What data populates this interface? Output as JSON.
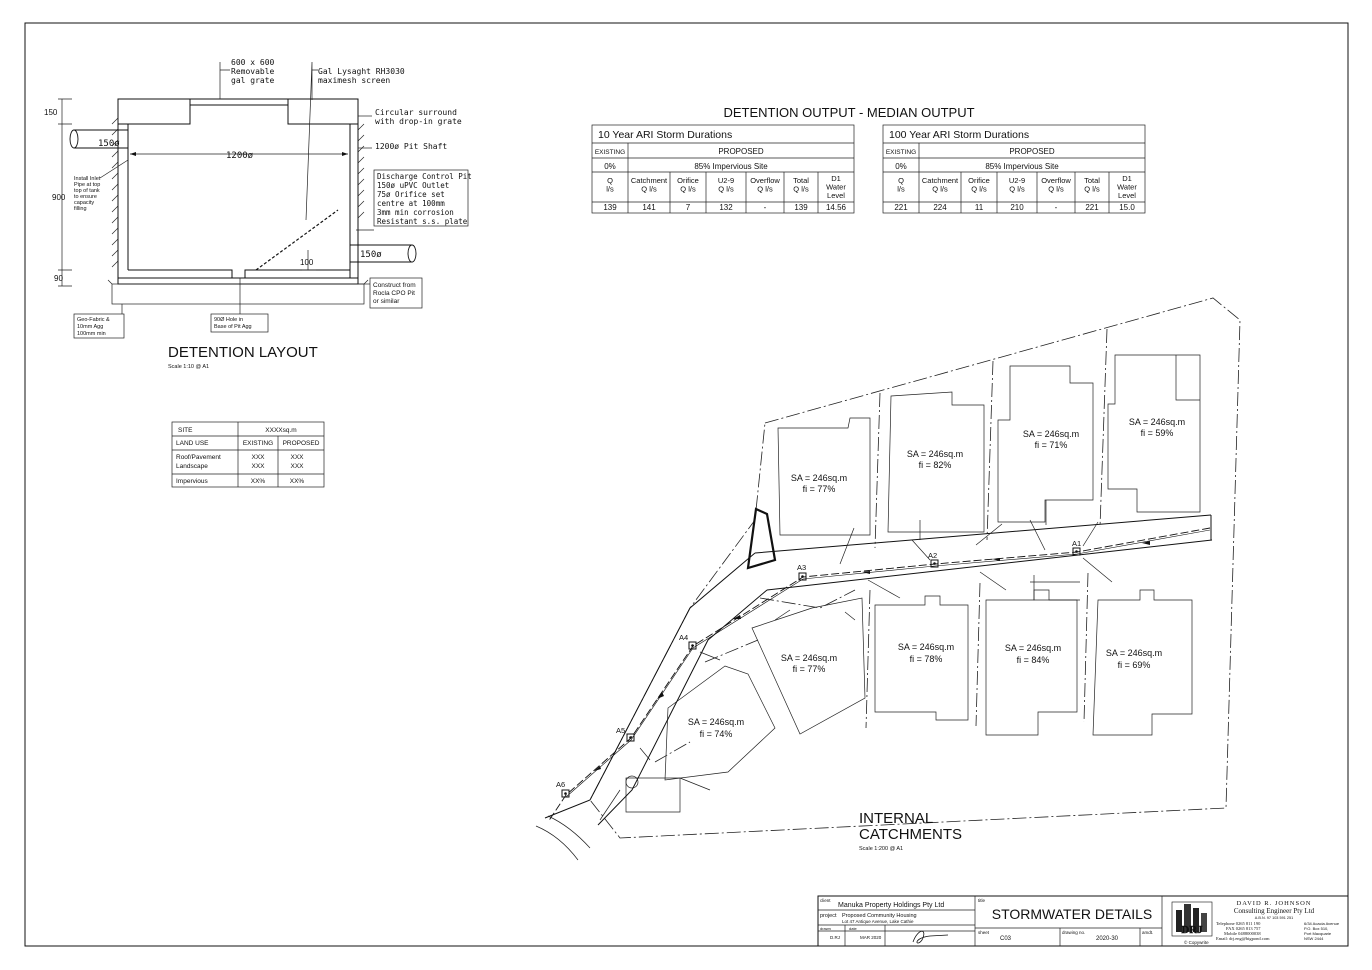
{
  "detention_layout": {
    "title": "DETENTION LAYOUT",
    "scale": "Scale 1:10 @ A1",
    "labels": {
      "grate_line1": "600 x 600",
      "grate_line2": "Removable",
      "grate_line3": "gal grate",
      "screen_line1": "Gal Lysaght RH3030",
      "screen_line2": "maximesh screen",
      "surround_line1": "Circular surround",
      "surround_line2": "with drop-in grate",
      "shaft": "1200ø Pit Shaft",
      "pipe_in": "150ø",
      "diameter": "1200ø",
      "pipe_out": "150ø",
      "dim_150": "150",
      "dim_900": "900",
      "dim_90": "90",
      "dim_100": "100",
      "inlet_lines": [
        "Install Inlet",
        "Pipe at top",
        "top of tank",
        "to ensure",
        "capacity",
        "filling"
      ],
      "dcp_lines": [
        "Discharge Control Pit",
        "150ø uPVC Outlet",
        "75ø Orifice set",
        "centre at 100mm",
        "3mm min corrosion",
        "Resistant s.s. plate"
      ],
      "construct_lines": [
        "Construct from",
        "Rocla CPO Pit",
        "or similar"
      ],
      "geo_lines": [
        "Geo-Fabric &",
        "10mm Agg",
        "100mm min"
      ],
      "hole_lines": [
        "90Ø Hole in",
        "Base of Pit Agg"
      ]
    }
  },
  "site_table": {
    "site_label": "SITE",
    "site_value": "XXXXsq.m",
    "headers": [
      "LAND USE",
      "EXISTING",
      "PROPOSED"
    ],
    "rows": [
      {
        "use": "Roof/Pavement",
        "existing": "XXX",
        "proposed": "XXX"
      },
      {
        "use": "Landscape",
        "existing": "XXX",
        "proposed": "XXX"
      },
      {
        "use": "Impervious",
        "existing": "XX%",
        "proposed": "XX%"
      }
    ]
  },
  "detention_output": {
    "title": "DETENTION OUTPUT - MEDIAN OUTPUT",
    "tables": [
      {
        "heading": "10 Year ARI Storm Durations",
        "existing": "EXISTING",
        "proposed": "PROPOSED",
        "existing_pct": "0%",
        "proposed_desc": "85% Impervious Site",
        "columns": [
          [
            "Q",
            "l/s"
          ],
          [
            "Catchment",
            "Q l/s"
          ],
          [
            "Orifice",
            "Q l/s"
          ],
          [
            "U2-9",
            "Q l/s"
          ],
          [
            "Overflow",
            "Q l/s"
          ],
          [
            "Total",
            "Q l/s"
          ],
          [
            "D1",
            "Water",
            "Level"
          ]
        ],
        "values": [
          "139",
          "141",
          "7",
          "132",
          "-",
          "139",
          "14.56"
        ]
      },
      {
        "heading": "100 Year ARI Storm Durations",
        "existing": "EXISTING",
        "proposed": "PROPOSED",
        "existing_pct": "0%",
        "proposed_desc": "85% Impervious Site",
        "columns": [
          [
            "Q",
            "l/s"
          ],
          [
            "Catchment",
            "Q l/s"
          ],
          [
            "Orifice",
            "Q l/s"
          ],
          [
            "U2-9",
            "Q l/s"
          ],
          [
            "Overflow",
            "Q l/s"
          ],
          [
            "Total",
            "Q l/s"
          ],
          [
            "D1",
            "Water",
            "Level"
          ]
        ],
        "values": [
          "221",
          "224",
          "11",
          "210",
          "-",
          "221",
          "15.0"
        ]
      }
    ]
  },
  "catchments": {
    "title_line1": "INTERNAL",
    "title_line2": "CATCHMENTS",
    "scale": "Scale 1:200 @ A1",
    "lots": [
      {
        "sa": "SA = 246sq.m",
        "fi": "fi = 77%"
      },
      {
        "sa": "SA = 246sq.m",
        "fi": "fi = 82%"
      },
      {
        "sa": "SA = 246sq.m",
        "fi": "fi = 71%"
      },
      {
        "sa": "SA = 246sq.m",
        "fi": "fi = 59%"
      },
      {
        "sa": "SA = 246sq.m",
        "fi": "fi = 77%"
      },
      {
        "sa": "SA = 246sq.m",
        "fi": "fi = 78%"
      },
      {
        "sa": "SA = 246sq.m",
        "fi": "fi = 84%"
      },
      {
        "sa": "SA = 246sq.m",
        "fi": "fi = 69%"
      },
      {
        "sa": "SA = 246sq.m",
        "fi": "fi = 74%"
      }
    ],
    "pits": [
      "A1",
      "A2",
      "A3",
      "A4",
      "A5",
      "A6"
    ]
  },
  "title_block": {
    "client_label": "client",
    "client": "Manuka Property Holdings Pty Ltd",
    "project_label": "project",
    "project": "Proposed Community Housing",
    "address": "Lot 47 Antique Avenue, Lake Cathie",
    "drawn_label": "drawn",
    "drawn": "D.RJ",
    "date_label": "date",
    "date": "MAR 2020",
    "title_label": "title",
    "title": "STORMWATER DETAILS",
    "sheet_label": "sheet",
    "sheet": "C03",
    "drawing_label": "drawing no.",
    "drawing_no": "2020-30",
    "amdt_label": "amdt.",
    "firm_name": "DAVID R. JOHNSON",
    "firm_sub": "Consulting Engineer Pty Ltd",
    "abn": "A.B.N. 97 103 591 251",
    "contact_lines": [
      "Telephone 0265 811 190",
      "FAX 0265 813 757",
      "Mobile 0488000038",
      "Email: drj.eng@bigpond.com"
    ],
    "address_lines": [
      "6/34 Acacia Avenue",
      "P.O. Box 510,",
      "Port Macquarie",
      "NSW 2444"
    ],
    "logo": "DRJ",
    "copyright": "© Copywrite"
  }
}
